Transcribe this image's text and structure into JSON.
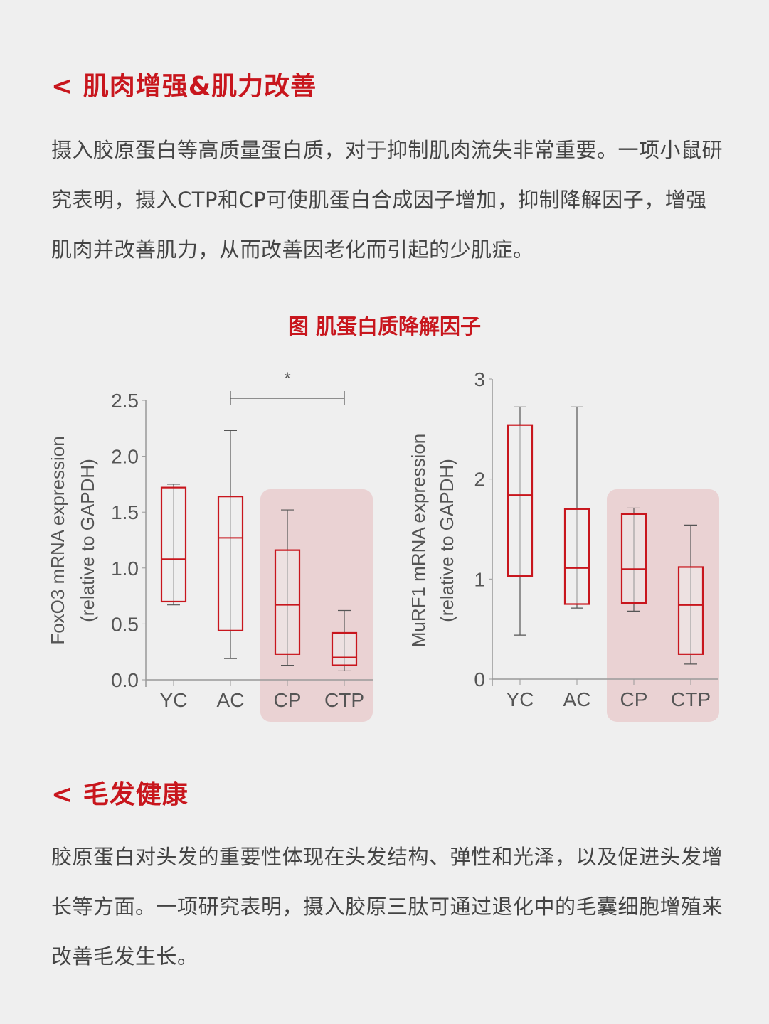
{
  "section1": {
    "title": "< 肌肉增强&肌力改善",
    "body": "摄入胶原蛋白等高质量蛋白质，对于抑制肌肉流失非常重要。一项小鼠研究表明，摄入CTP和CP可使肌蛋白合成因子增加，抑制降解因子，增强肌肉并改善肌力，从而改善因老化而引起的少肌症。"
  },
  "figure_caption": "图 肌蛋白质降解因子",
  "section2": {
    "title": "< 毛发健康",
    "body": "胶原蛋白对头发的重要性体现在头发结构、弹性和光泽，以及促进头发增长等方面。一项研究表明，摄入胶原三肽可通过退化中的毛囊细胞增殖来改善毛发生长。"
  },
  "colors": {
    "accent": "#c8161d",
    "highlight": "#e8c8ca"
  },
  "chart_data": [
    {
      "type": "box",
      "ylabel": "FoxO3 mRNA expression",
      "ylabel2": "(relative to GAPDH)",
      "ylim": [
        0,
        2.5
      ],
      "yticks": [
        "0.0",
        "0.5",
        "1.0",
        "1.5",
        "2.0",
        "2.5"
      ],
      "ytick_values": [
        0,
        0.5,
        1,
        1.5,
        2,
        2.5
      ],
      "categories": [
        "YC",
        "AC",
        "CP",
        "CTP"
      ],
      "highlighted": [
        "CP",
        "CTP"
      ],
      "boxes": [
        {
          "min": 0.67,
          "q1": 0.7,
          "median": 1.08,
          "q3": 1.72,
          "max": 1.75
        },
        {
          "min": 0.19,
          "q1": 0.44,
          "median": 1.27,
          "q3": 1.64,
          "max": 2.23
        },
        {
          "min": 0.13,
          "q1": 0.23,
          "median": 0.67,
          "q3": 1.16,
          "max": 1.52
        },
        {
          "min": 0.08,
          "q1": 0.13,
          "median": 0.2,
          "q3": 0.42,
          "max": 0.62
        }
      ],
      "significance": {
        "from": "AC",
        "to": "CTP",
        "label": "*"
      }
    },
    {
      "type": "box",
      "ylabel": "MuRF1 mRNA expression",
      "ylabel2": "(relative to GAPDH)",
      "ylim": [
        0,
        3
      ],
      "yticks": [
        "0",
        "1",
        "2",
        "3"
      ],
      "ytick_values": [
        0,
        1,
        2,
        3
      ],
      "categories": [
        "YC",
        "AC",
        "CP",
        "CTP"
      ],
      "highlighted": [
        "CP",
        "CTP"
      ],
      "boxes": [
        {
          "min": 0.44,
          "q1": 1.03,
          "median": 1.84,
          "q3": 2.54,
          "max": 2.72
        },
        {
          "min": 0.71,
          "q1": 0.75,
          "median": 1.11,
          "q3": 1.7,
          "max": 2.72
        },
        {
          "min": 0.68,
          "q1": 0.76,
          "median": 1.1,
          "q3": 1.65,
          "max": 1.71
        },
        {
          "min": 0.15,
          "q1": 0.25,
          "median": 0.74,
          "q3": 1.12,
          "max": 1.54
        }
      ]
    }
  ]
}
